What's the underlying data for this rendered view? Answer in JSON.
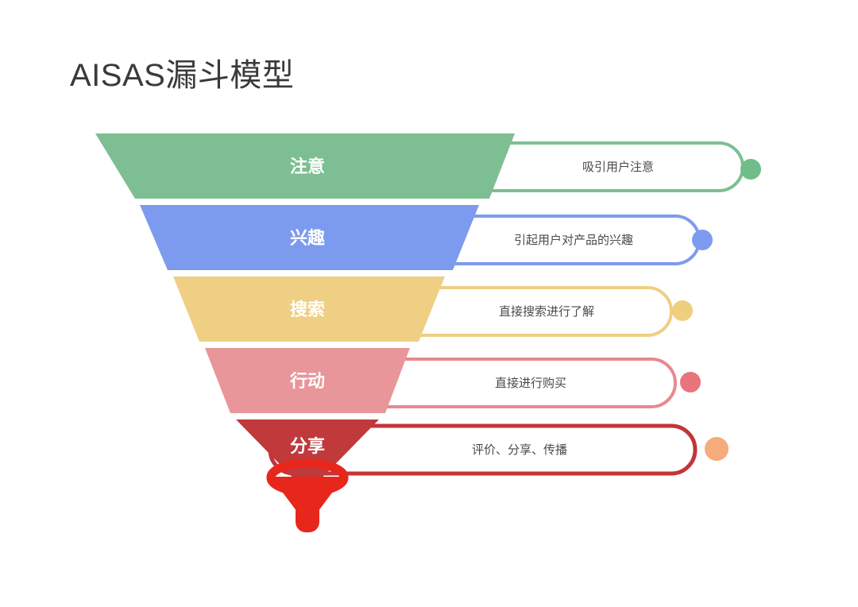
{
  "title": "AISAS漏斗模型",
  "background_color": "#ffffff",
  "title_color": "#3a3a3a",
  "funnel_icon": {
    "name": "funnel-icon",
    "color": "#e8271c"
  },
  "stages": [
    {
      "key": "attention",
      "label": "注意",
      "description": "吸引用户注意",
      "fill_color": "#7DBF92",
      "stroke_color": "#7DBF92",
      "dot_color": "#6FBE8A",
      "label_color": "#ffffff"
    },
    {
      "key": "interest",
      "label": "兴趣",
      "description": "引起用户对产品的兴趣",
      "fill_color": "#7D9BEE",
      "stroke_color": "#7D9BEE",
      "dot_color": "#7D9BEE",
      "label_color": "#ffffff"
    },
    {
      "key": "search",
      "label": "搜索",
      "description": "直接搜索进行了解",
      "fill_color": "#EECF84",
      "stroke_color": "#EECF84",
      "dot_color": "#EFCE7D",
      "label_color": "#ffffff"
    },
    {
      "key": "action",
      "label": "行动",
      "description": "直接进行购买",
      "fill_color": "#E8969A",
      "stroke_color": "#E8898F",
      "dot_color": "#E8757C",
      "label_color": "#ffffff"
    },
    {
      "key": "share",
      "label": "分享",
      "description": "评价、分享、传播",
      "fill_color": "#C0393B",
      "stroke_color": "#C33538",
      "dot_color": "#F6AB7C",
      "label_color": "#ffffff"
    }
  ]
}
